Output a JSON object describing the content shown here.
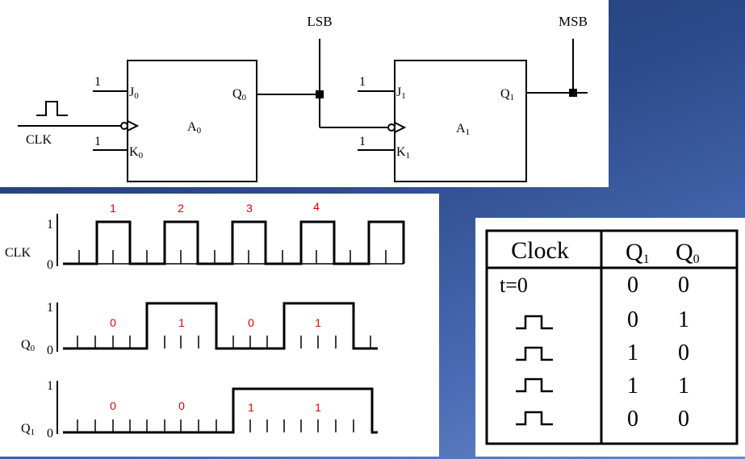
{
  "circuit": {
    "lsb_label": "LSB",
    "msb_label": "MSB",
    "clk_label": "CLK",
    "ff0": {
      "name": "A",
      "sub": "0",
      "j_input": "1",
      "k_input": "1",
      "j_pin": "J",
      "k_pin": "K",
      "q_pin": "Q"
    },
    "ff1": {
      "name": "A",
      "sub": "1",
      "j_input": "1",
      "k_input": "1",
      "j_pin": "J",
      "k_pin": "K",
      "q_pin": "Q"
    }
  },
  "timing": {
    "level_high": "1",
    "level_low": "0",
    "clk": {
      "name": "CLK",
      "pulse_numbers": [
        "1",
        "2",
        "3",
        "4"
      ]
    },
    "q0": {
      "name": "Q",
      "sub": "0",
      "state_labels": [
        "0",
        "1",
        "0",
        "1"
      ]
    },
    "q1": {
      "name": "Q",
      "sub": "1",
      "state_labels": [
        "0",
        "0",
        "1",
        "1"
      ]
    }
  },
  "table": {
    "headers": {
      "clock": "Clock",
      "q1": "Q",
      "q1_sub": "1",
      "q0": "Q",
      "q0_sub": "0"
    },
    "first_row_label": "t=0",
    "pulse_icon": "clock-pulse-icon",
    "rows": [
      {
        "q1": "0",
        "q0": "0"
      },
      {
        "q1": "0",
        "q0": "1"
      },
      {
        "q1": "1",
        "q0": "0"
      },
      {
        "q1": "1",
        "q0": "1"
      },
      {
        "q1": "0",
        "q0": "0"
      }
    ]
  }
}
